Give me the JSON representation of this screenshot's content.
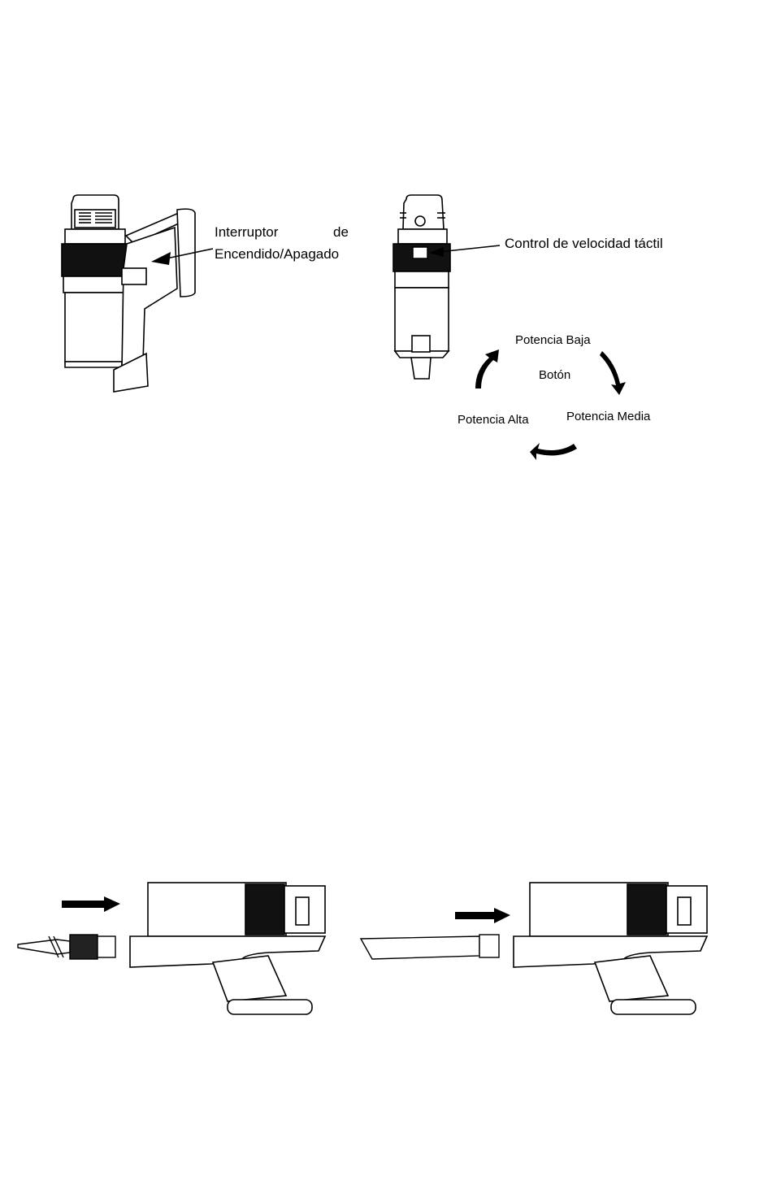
{
  "figure_top_left": {
    "label_line1_a": "Interruptor",
    "label_line1_b": "de",
    "label_line2": "Encendido/Apagado"
  },
  "figure_top_right": {
    "label_control": "Control de velocidad táctil",
    "cycle": {
      "low": "Potencia Baja",
      "button": "Botón",
      "medium": "Potencia Media",
      "high": "Potencia Alta"
    }
  }
}
